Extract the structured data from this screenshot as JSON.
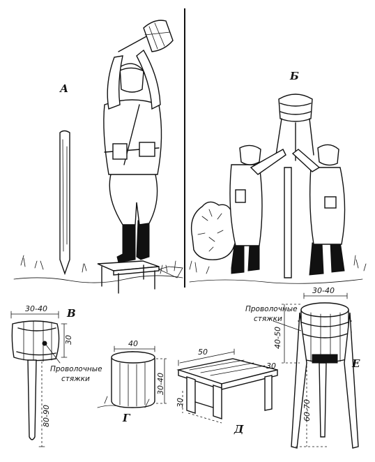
{
  "panel_labels": {
    "a": "А",
    "b": "Б",
    "v": "В",
    "g": "Г",
    "d": "Д",
    "e": "Е"
  },
  "notes": {
    "wire_ties_mallet_line1": "Проволочные",
    "wire_ties_mallet_line2": "стяжки",
    "wire_ties_driver_line1": "Проволочные",
    "wire_ties_driver_line2": "стяжки"
  },
  "dimensions": {
    "mallet_head_width": "30-40",
    "mallet_head_height": "30",
    "mallet_handle_length": "80-90",
    "block_width": "40",
    "block_height": "30-40",
    "stand_length": "50",
    "stand_depth": "30",
    "stand_height": "30",
    "driver_top_width": "30-40",
    "driver_head_height": "40-50",
    "driver_leg_length": "60-70"
  }
}
